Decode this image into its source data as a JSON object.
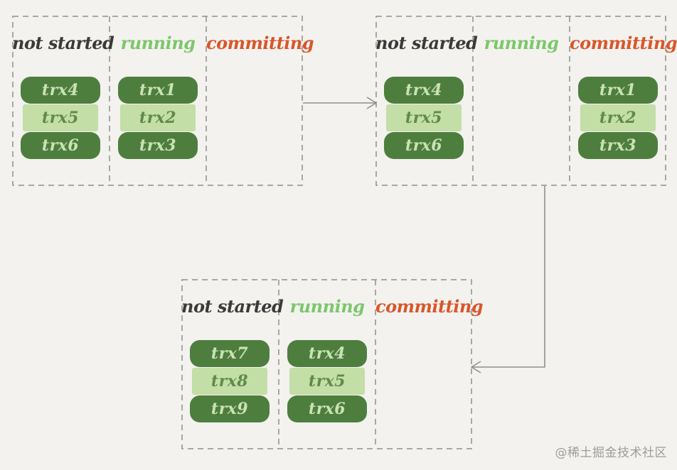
{
  "labels": {
    "not_started": "not started",
    "running": "running",
    "committing": "committing"
  },
  "groups": [
    {
      "not_started": [
        "trx4",
        "trx5",
        "trx6"
      ],
      "running": [
        "trx1",
        "trx2",
        "trx3"
      ],
      "committing": []
    },
    {
      "not_started": [
        "trx4",
        "trx5",
        "trx6"
      ],
      "running": [],
      "committing": [
        "trx1",
        "trx2",
        "trx3"
      ]
    },
    {
      "not_started": [
        "trx7",
        "trx8",
        "trx9"
      ],
      "running": [
        "trx4",
        "trx5",
        "trx6"
      ],
      "committing": []
    }
  ],
  "watermark": "@稀土掘金技术社区",
  "colors": {
    "background": "#f3f2ef",
    "dashed_border": "#8e8e8e",
    "dark_pill": "#4e7e3e",
    "light_pill": "#c3dea6",
    "not_started_label": "#3a3a3a",
    "running_label": "#7dc66b",
    "committing_label": "#d9562a",
    "arrow": "#8e8e8e"
  }
}
